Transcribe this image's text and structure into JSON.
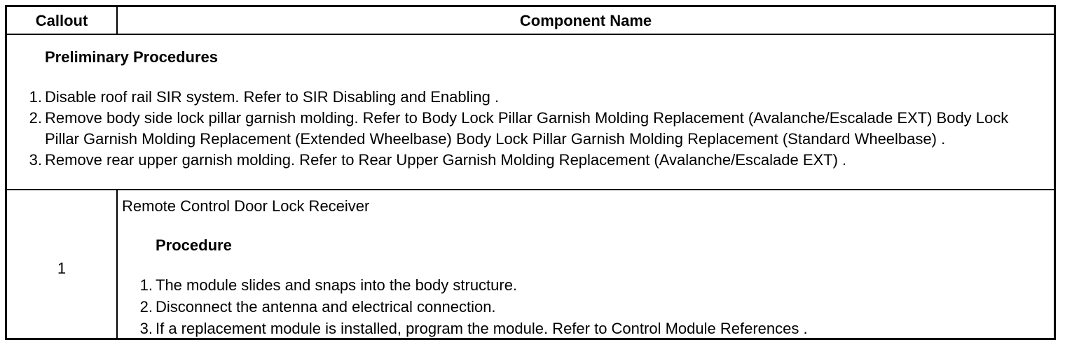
{
  "header": {
    "callout": "Callout",
    "component_name": "Component Name"
  },
  "preliminary": {
    "title": "Preliminary Procedures",
    "steps": [
      {
        "num": "1.",
        "text": "Disable roof rail SIR system. Refer to SIR Disabling and Enabling ."
      },
      {
        "num": "2.",
        "text": "Remove body side lock pillar garnish molding. Refer to Body Lock Pillar Garnish Molding Replacement (Avalanche/Escalade EXT) Body Lock Pillar Garnish Molding Replacement (Extended Wheelbase) Body Lock Pillar Garnish Molding Replacement (Standard Wheelbase) ."
      },
      {
        "num": "3.",
        "text": "Remove rear upper garnish molding. Refer to Rear Upper Garnish Molding Replacement (Avalanche/Escalade EXT) ."
      }
    ]
  },
  "items": [
    {
      "callout": "1",
      "component": "Remote Control Door Lock Receiver",
      "procedure_title": "Procedure",
      "steps": [
        {
          "num": "1.",
          "text": "The module slides and snaps into the body structure."
        },
        {
          "num": "2.",
          "text": "Disconnect the antenna and electrical connection."
        },
        {
          "num": "3.",
          "text": "If a replacement module is installed, program the module. Refer to Control Module References ."
        }
      ]
    }
  ]
}
